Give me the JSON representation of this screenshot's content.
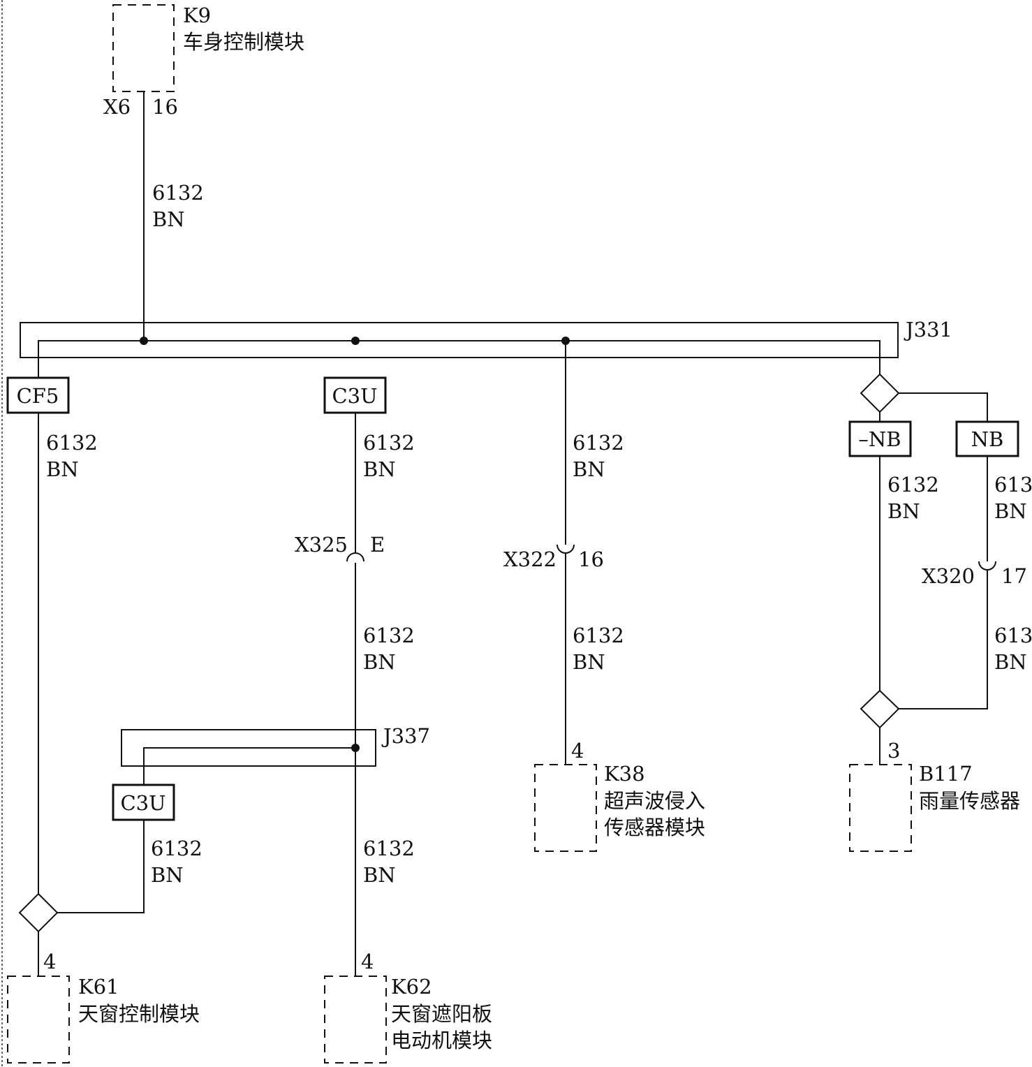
{
  "modules": {
    "k9": {
      "id": "K9",
      "name": "车身控制模块"
    },
    "k61": {
      "id": "K61",
      "name": "天窗控制模块"
    },
    "k62": {
      "id": "K62",
      "name_line1": "天窗遮阳板",
      "name_line2": "电动机模块"
    },
    "k38": {
      "id": "K38",
      "name_line1": "超声波侵入",
      "name_line2": "传感器模块"
    },
    "b117": {
      "id": "B117",
      "name": "雨量传感器"
    }
  },
  "connectors": {
    "k9": {
      "name": "X6",
      "pin": "16"
    },
    "x325": {
      "name": "X325",
      "pin": "E"
    },
    "x322": {
      "name": "X322",
      "pin": "16"
    },
    "x320": {
      "name": "X320",
      "pin": "17"
    },
    "k61_pin": "4",
    "k62_pin": "4",
    "k38_pin": "4",
    "b117_pin": "3"
  },
  "splices": {
    "j331": "J331",
    "j337": "J337"
  },
  "options": {
    "cf5": "CF5",
    "c3u_1": "C3U",
    "c3u_2": "C3U",
    "nb_not": "–NB",
    "nb": "NB"
  },
  "wire": {
    "circuit": "6132",
    "color": "BN"
  }
}
